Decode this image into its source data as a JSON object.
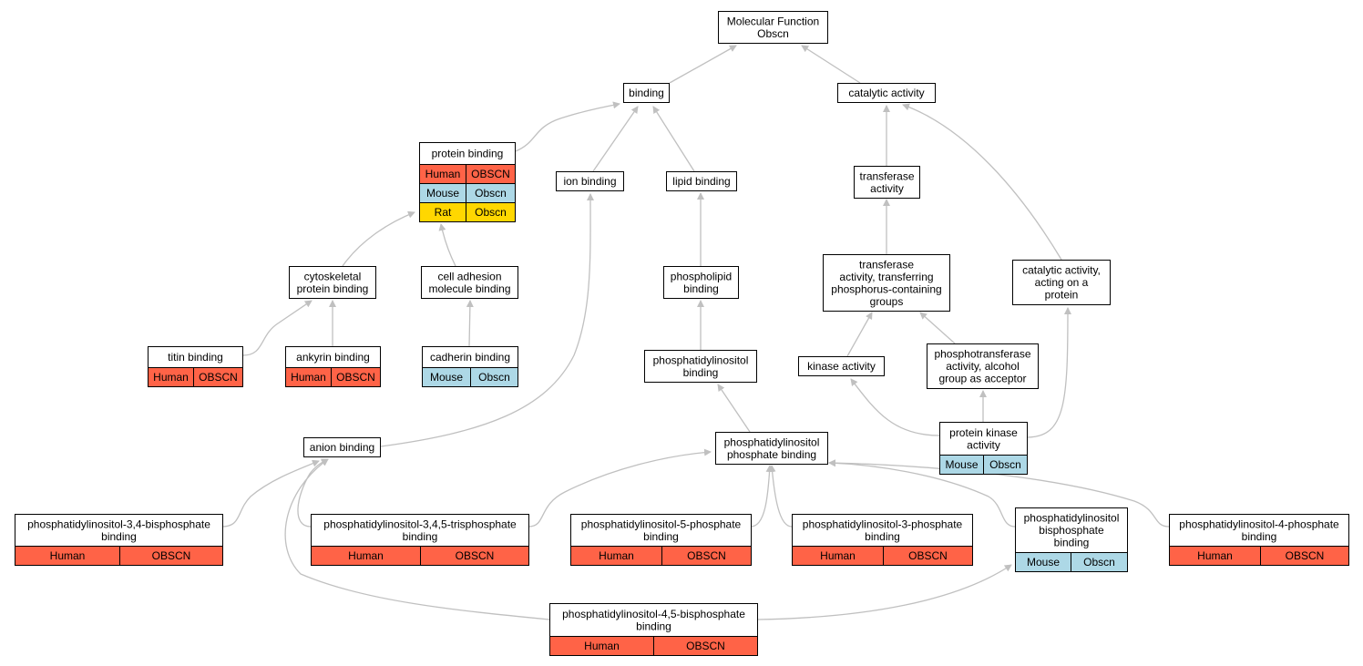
{
  "colors": {
    "edge": "#c0c0c0",
    "border": "#000000",
    "Human": "#ff6347",
    "Mouse": "#add8e6",
    "Rat": "#ffd700"
  },
  "nodes": [
    {
      "id": "mf",
      "lines": [
        "Molecular Function",
        "Obscn"
      ],
      "orthologs": []
    },
    {
      "id": "binding",
      "lines": [
        "binding"
      ],
      "orthologs": []
    },
    {
      "id": "catalytic",
      "lines": [
        "catalytic activity"
      ],
      "orthologs": []
    },
    {
      "id": "protein_binding",
      "lines": [
        "protein binding"
      ],
      "orthologs": [
        {
          "species": "Human",
          "gene": "OBSCN"
        },
        {
          "species": "Mouse",
          "gene": "Obscn"
        },
        {
          "species": "Rat",
          "gene": "Obscn"
        }
      ]
    },
    {
      "id": "ion_binding",
      "lines": [
        "ion binding"
      ],
      "orthologs": []
    },
    {
      "id": "lipid_binding",
      "lines": [
        "lipid binding"
      ],
      "orthologs": []
    },
    {
      "id": "transferase",
      "lines": [
        "transferase",
        "activity"
      ],
      "orthologs": []
    },
    {
      "id": "cytoskeletal",
      "lines": [
        "cytoskeletal",
        "protein binding"
      ],
      "orthologs": []
    },
    {
      "id": "cell_adhesion",
      "lines": [
        "cell adhesion",
        "molecule binding"
      ],
      "orthologs": []
    },
    {
      "id": "phospholipid",
      "lines": [
        "phospholipid",
        "binding"
      ],
      "orthologs": []
    },
    {
      "id": "transferase_p",
      "lines": [
        "transferase",
        "activity, transferring",
        "phosphorus-containing",
        "groups"
      ],
      "orthologs": []
    },
    {
      "id": "catalytic_protein",
      "lines": [
        "catalytic activity,",
        "acting on a",
        "protein"
      ],
      "orthologs": []
    },
    {
      "id": "titin",
      "lines": [
        "titin binding"
      ],
      "orthologs": [
        {
          "species": "Human",
          "gene": "OBSCN"
        }
      ]
    },
    {
      "id": "ankyrin",
      "lines": [
        "ankyrin binding"
      ],
      "orthologs": [
        {
          "species": "Human",
          "gene": "OBSCN"
        }
      ]
    },
    {
      "id": "cadherin",
      "lines": [
        "cadherin binding"
      ],
      "orthologs": [
        {
          "species": "Mouse",
          "gene": "Obscn"
        }
      ]
    },
    {
      "id": "pi_binding",
      "lines": [
        "phosphatidylinositol",
        "binding"
      ],
      "orthologs": []
    },
    {
      "id": "kinase",
      "lines": [
        "kinase activity"
      ],
      "orthologs": []
    },
    {
      "id": "phosphotransferase",
      "lines": [
        "phosphotransferase",
        "activity, alcohol",
        "group as acceptor"
      ],
      "orthologs": []
    },
    {
      "id": "anion",
      "lines": [
        "anion binding"
      ],
      "orthologs": []
    },
    {
      "id": "pip_binding",
      "lines": [
        "phosphatidylinositol",
        "phosphate binding"
      ],
      "orthologs": []
    },
    {
      "id": "protein_kinase",
      "lines": [
        "protein kinase",
        "activity"
      ],
      "orthologs": [
        {
          "species": "Mouse",
          "gene": "Obscn"
        }
      ]
    },
    {
      "id": "pi34",
      "lines": [
        "phosphatidylinositol-3,4-bisphosphate",
        "binding"
      ],
      "orthologs": [
        {
          "species": "Human",
          "gene": "OBSCN"
        }
      ]
    },
    {
      "id": "pi345",
      "lines": [
        "phosphatidylinositol-3,4,5-trisphosphate",
        "binding"
      ],
      "orthologs": [
        {
          "species": "Human",
          "gene": "OBSCN"
        }
      ]
    },
    {
      "id": "pi5",
      "lines": [
        "phosphatidylinositol-5-phosphate",
        "binding"
      ],
      "orthologs": [
        {
          "species": "Human",
          "gene": "OBSCN"
        }
      ]
    },
    {
      "id": "pi3",
      "lines": [
        "phosphatidylinositol-3-phosphate",
        "binding"
      ],
      "orthologs": [
        {
          "species": "Human",
          "gene": "OBSCN"
        }
      ]
    },
    {
      "id": "pibis",
      "lines": [
        "phosphatidylinositol",
        "bisphosphate",
        "binding"
      ],
      "orthologs": [
        {
          "species": "Mouse",
          "gene": "Obscn"
        }
      ]
    },
    {
      "id": "pi4",
      "lines": [
        "phosphatidylinositol-4-phosphate",
        "binding"
      ],
      "orthologs": [
        {
          "species": "Human",
          "gene": "OBSCN"
        }
      ]
    },
    {
      "id": "pi45",
      "lines": [
        "phosphatidylinositol-4,5-bisphosphate",
        "binding"
      ],
      "orthologs": [
        {
          "species": "Human",
          "gene": "OBSCN"
        }
      ]
    }
  ],
  "edges": [
    {
      "from": "binding",
      "to": "mf"
    },
    {
      "from": "catalytic",
      "to": "mf"
    },
    {
      "from": "protein_binding",
      "to": "binding"
    },
    {
      "from": "ion_binding",
      "to": "binding"
    },
    {
      "from": "lipid_binding",
      "to": "binding"
    },
    {
      "from": "transferase",
      "to": "catalytic"
    },
    {
      "from": "catalytic_protein",
      "to": "catalytic"
    },
    {
      "from": "cytoskeletal",
      "to": "protein_binding"
    },
    {
      "from": "cell_adhesion",
      "to": "protein_binding"
    },
    {
      "from": "phospholipid",
      "to": "lipid_binding"
    },
    {
      "from": "transferase_p",
      "to": "transferase"
    },
    {
      "from": "titin",
      "to": "cytoskeletal"
    },
    {
      "from": "ankyrin",
      "to": "cytoskeletal"
    },
    {
      "from": "cadherin",
      "to": "cell_adhesion"
    },
    {
      "from": "pi_binding",
      "to": "phospholipid"
    },
    {
      "from": "kinase",
      "to": "transferase_p"
    },
    {
      "from": "phosphotransferase",
      "to": "transferase_p"
    },
    {
      "from": "anion",
      "to": "ion_binding"
    },
    {
      "from": "pip_binding",
      "to": "pi_binding"
    },
    {
      "from": "protein_kinase",
      "to": "kinase"
    },
    {
      "from": "protein_kinase",
      "to": "phosphotransferase"
    },
    {
      "from": "protein_kinase",
      "to": "catalytic_protein"
    },
    {
      "from": "pi34",
      "to": "anion"
    },
    {
      "from": "pi345",
      "to": "anion"
    },
    {
      "from": "pi345",
      "to": "pip_binding"
    },
    {
      "from": "pi5",
      "to": "pip_binding"
    },
    {
      "from": "pi3",
      "to": "pip_binding"
    },
    {
      "from": "pibis",
      "to": "pip_binding"
    },
    {
      "from": "pi4",
      "to": "pip_binding"
    },
    {
      "from": "pi45",
      "to": "anion"
    },
    {
      "from": "pi45",
      "to": "pibis"
    }
  ]
}
